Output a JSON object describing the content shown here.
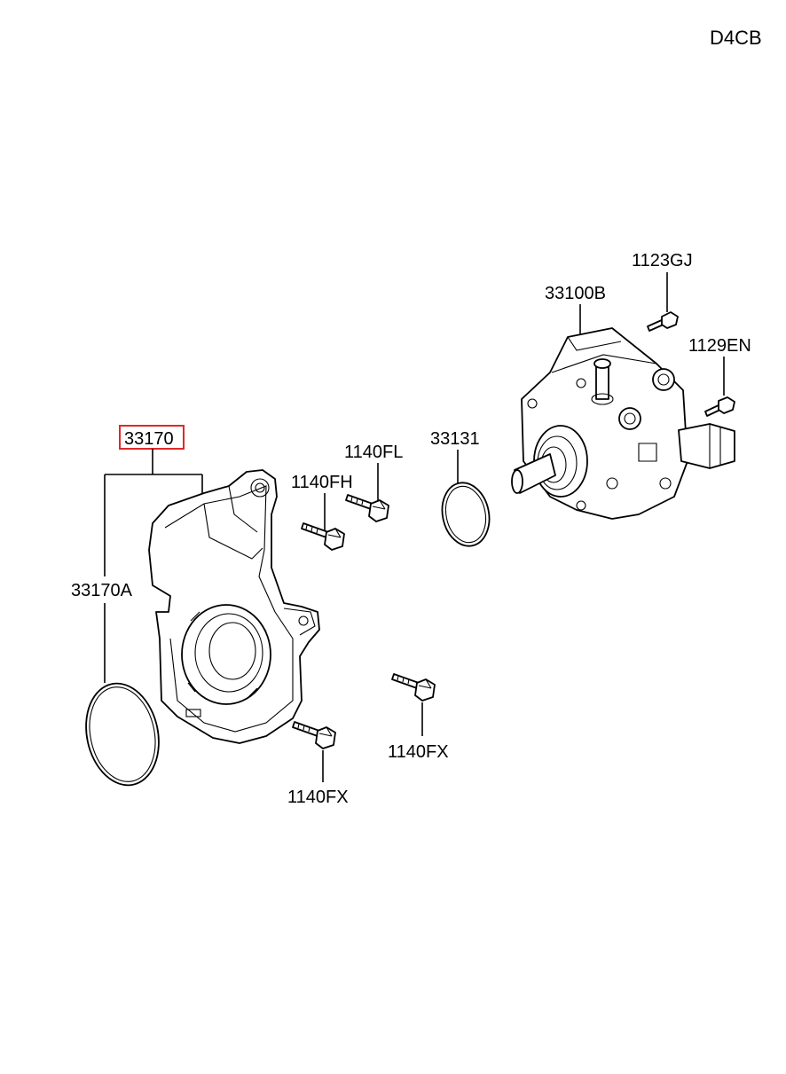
{
  "engine_code": "D4CB",
  "highlight_color": "#e0282a",
  "callouts": {
    "cover": "33170",
    "o_ring_cover": "33170A",
    "bolt_fh": "1140FH",
    "bolt_fl": "1140FL",
    "gasket": "33131",
    "pump": "33100B",
    "bolt_gj": "1123GJ",
    "bolt_en": "1129EN",
    "bolt_fx_right": "1140FX",
    "bolt_fx_lower": "1140FX"
  }
}
